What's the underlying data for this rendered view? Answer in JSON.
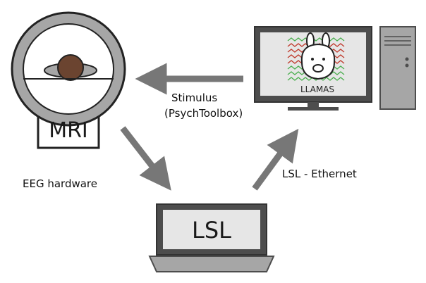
{
  "diagram": {
    "nodes": {
      "mri": {
        "label": "MRI"
      },
      "lsl_laptop": {
        "label": "LSL"
      },
      "llamas_computer": {
        "label": "LLAMAS"
      }
    },
    "edges": {
      "computer_to_mri": {
        "label_line1": "Stimulus",
        "label_line2": "(PsychToolbox)"
      },
      "mri_to_laptop": {
        "label": "EEG hardware"
      },
      "laptop_to_computer": {
        "label": "LSL - Ethernet"
      }
    }
  },
  "colors": {
    "arrow": "#777777",
    "device_gray": "#a6a6a6",
    "device_dark": "#4d4d4d",
    "screen_light": "#e6e6e6",
    "head": "#6b4430",
    "eeg_red": "#c0392b",
    "eeg_green": "#4caf50"
  }
}
